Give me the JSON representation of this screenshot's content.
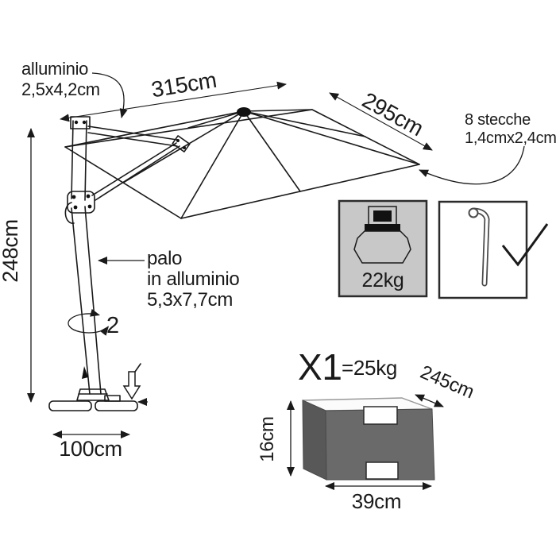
{
  "diagram": {
    "arm_label": {
      "line1": "alluminio",
      "line2": "2,5x4,2cm"
    },
    "canopy": {
      "width": "315cm",
      "depth": "295cm"
    },
    "ribs_label": {
      "line1": "8 stecche",
      "line2": "1,4cmx2,4cm"
    },
    "height_label": "248cm",
    "pole_label": {
      "line1": "palo",
      "line2": "in alluminio",
      "line3": "5,3x7,7cm"
    },
    "rotation_label": "2",
    "base_width_label": "100cm",
    "weight_box": {
      "weight": "22kg"
    },
    "package": {
      "count": "X1",
      "weight": "=25kg",
      "length": "245cm",
      "height": "16cm",
      "width": "39cm"
    }
  },
  "colors": {
    "line": "#1a1a1a",
    "kit_box_bg": "#c8c8c8",
    "kit_box_border": "#2b2b2b",
    "package_front": "#6a6a6a",
    "package_side": "#585858",
    "package_top": "#fbfbfb"
  }
}
